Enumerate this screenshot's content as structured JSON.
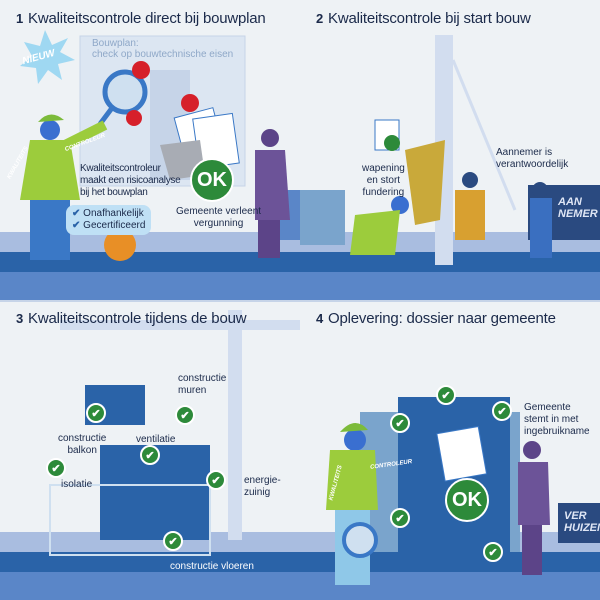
{
  "panels": [
    {
      "number": "1",
      "title": "Kwaliteitscontrole direct bij bouwplan",
      "new_badge": "NIEUW",
      "plan_header": [
        "Bouwplan:",
        "check op bouwtechnische eisen"
      ],
      "inspector_label": "Kwaliteitscontroleur maakt een risicoanalyse bij het bouwplan",
      "inspector_label_lines": [
        "Kwaliteitscontroleur",
        "maakt een risicoanalyse",
        "bij het bouwplan"
      ],
      "qualities": [
        "Onafhankelijk",
        "Gecertificeerd"
      ],
      "vest_text": [
        "KWALITEITS",
        "CONTROLEUR"
      ],
      "ok": "OK",
      "municipality_lines": [
        "Gemeente verleent",
        "vergunning"
      ]
    },
    {
      "number": "2",
      "title": "Kwaliteitscontrole bij start bouw",
      "check_lines": [
        "wapening",
        "en stort",
        "fundering"
      ],
      "contractor_lines": [
        "Aannemer is",
        "verantwoordelijk"
      ],
      "van_text": [
        "AAN",
        "NEMER"
      ]
    },
    {
      "number": "3",
      "title": "Kwaliteitscontrole tijdens de bouw",
      "labels": {
        "muren": [
          "constructie",
          "muren"
        ],
        "balkon": [
          "constructie",
          "balkon"
        ],
        "ventilatie": "ventilatie",
        "isolatie": "isolatie",
        "energie": [
          "energie-",
          "zuinig"
        ],
        "vloeren": "constructie vloeren"
      }
    },
    {
      "number": "4",
      "title": "Oplevering: dossier naar gemeente",
      "vest_text": [
        "KWALITEITS",
        "CONTROLEUR"
      ],
      "ok": "OK",
      "municipality_lines": [
        "Gemeente",
        "stemt in met",
        "ingebruikname"
      ],
      "truck_text": [
        "VER",
        "HUIZEN"
      ]
    }
  ],
  "colors": {
    "ground_dark": "#2a63a8",
    "ground_light": "#a9bde0",
    "ok_green": "#2d8a3a",
    "vest": "#9ccc3c"
  }
}
